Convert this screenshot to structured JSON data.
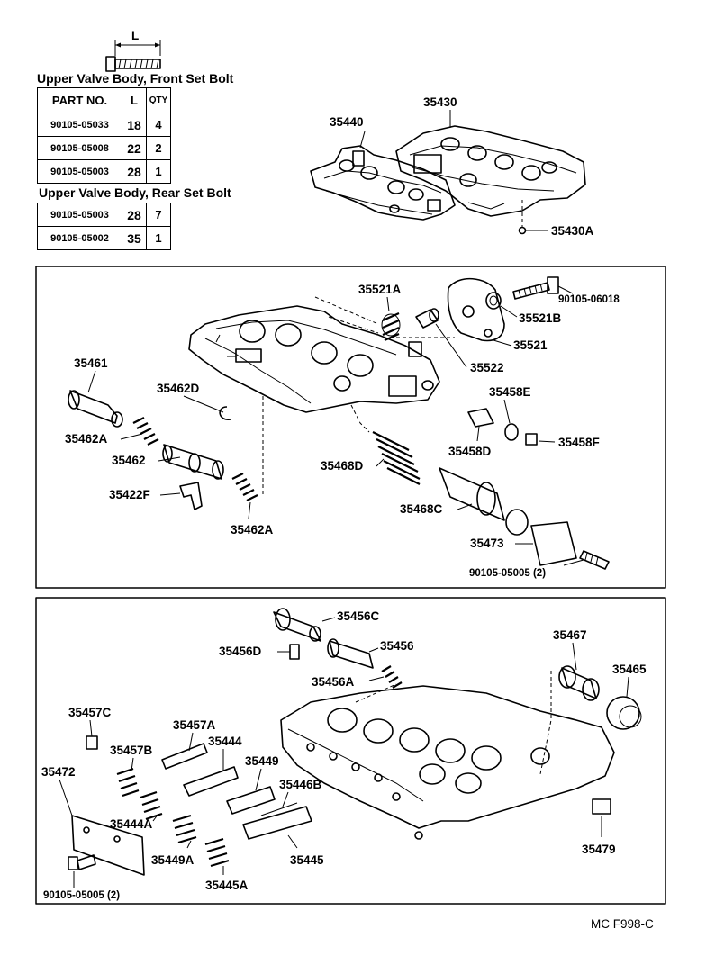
{
  "bolt_dimension_label": "L",
  "front_bolt": {
    "header": "Upper Valve Body, Front Set Bolt",
    "columns": [
      "PART NO.",
      "L",
      "QTY"
    ],
    "rows": [
      {
        "part": "90105-05033",
        "l": "18",
        "qty": "4"
      },
      {
        "part": "90105-05008",
        "l": "22",
        "qty": "2"
      },
      {
        "part": "90105-05003",
        "l": "28",
        "qty": "1"
      }
    ]
  },
  "rear_bolt": {
    "header": "Upper Valve Body, Rear Set Bolt",
    "rows": [
      {
        "part": "90105-05003",
        "l": "28",
        "qty": "7"
      },
      {
        "part": "90105-05002",
        "l": "35",
        "qty": "1"
      }
    ]
  },
  "labels": {
    "p35440": "35440",
    "p35430": "35430",
    "p35430A": "35430A",
    "p35521A": "35521A",
    "p90105_06018": "90105-06018",
    "p35521B": "35521B",
    "p35521": "35521",
    "p35522": "35522",
    "p35461": "35461",
    "p35462D": "35462D",
    "p35462A_top": "35462A",
    "p35462": "35462",
    "p35422F": "35422F",
    "p35462A_bottom": "35462A",
    "p35458E": "35458E",
    "p35458D": "35458D",
    "p35458F": "35458F",
    "p35468D": "35468D",
    "p35468C": "35468C",
    "p35473": "35473",
    "p90105_05005_mid": "90105-05005  (2)",
    "p35456C": "35456C",
    "p35456D": "35456D",
    "p35456": "35456",
    "p35456A": "35456A",
    "p35467": "35467",
    "p35465": "35465",
    "p35457C": "35457C",
    "p35457A": "35457A",
    "p35444": "35444",
    "p35457B": "35457B",
    "p35449": "35449",
    "p35446B": "35446B",
    "p35472": "35472",
    "p35444A": "35444A",
    "p35449A": "35449A",
    "p35445": "35445",
    "p35479": "35479",
    "p90105_05005_bot": "90105-05005  (2)",
    "p35445A": "35445A"
  },
  "figure_code": "MC F998-C"
}
